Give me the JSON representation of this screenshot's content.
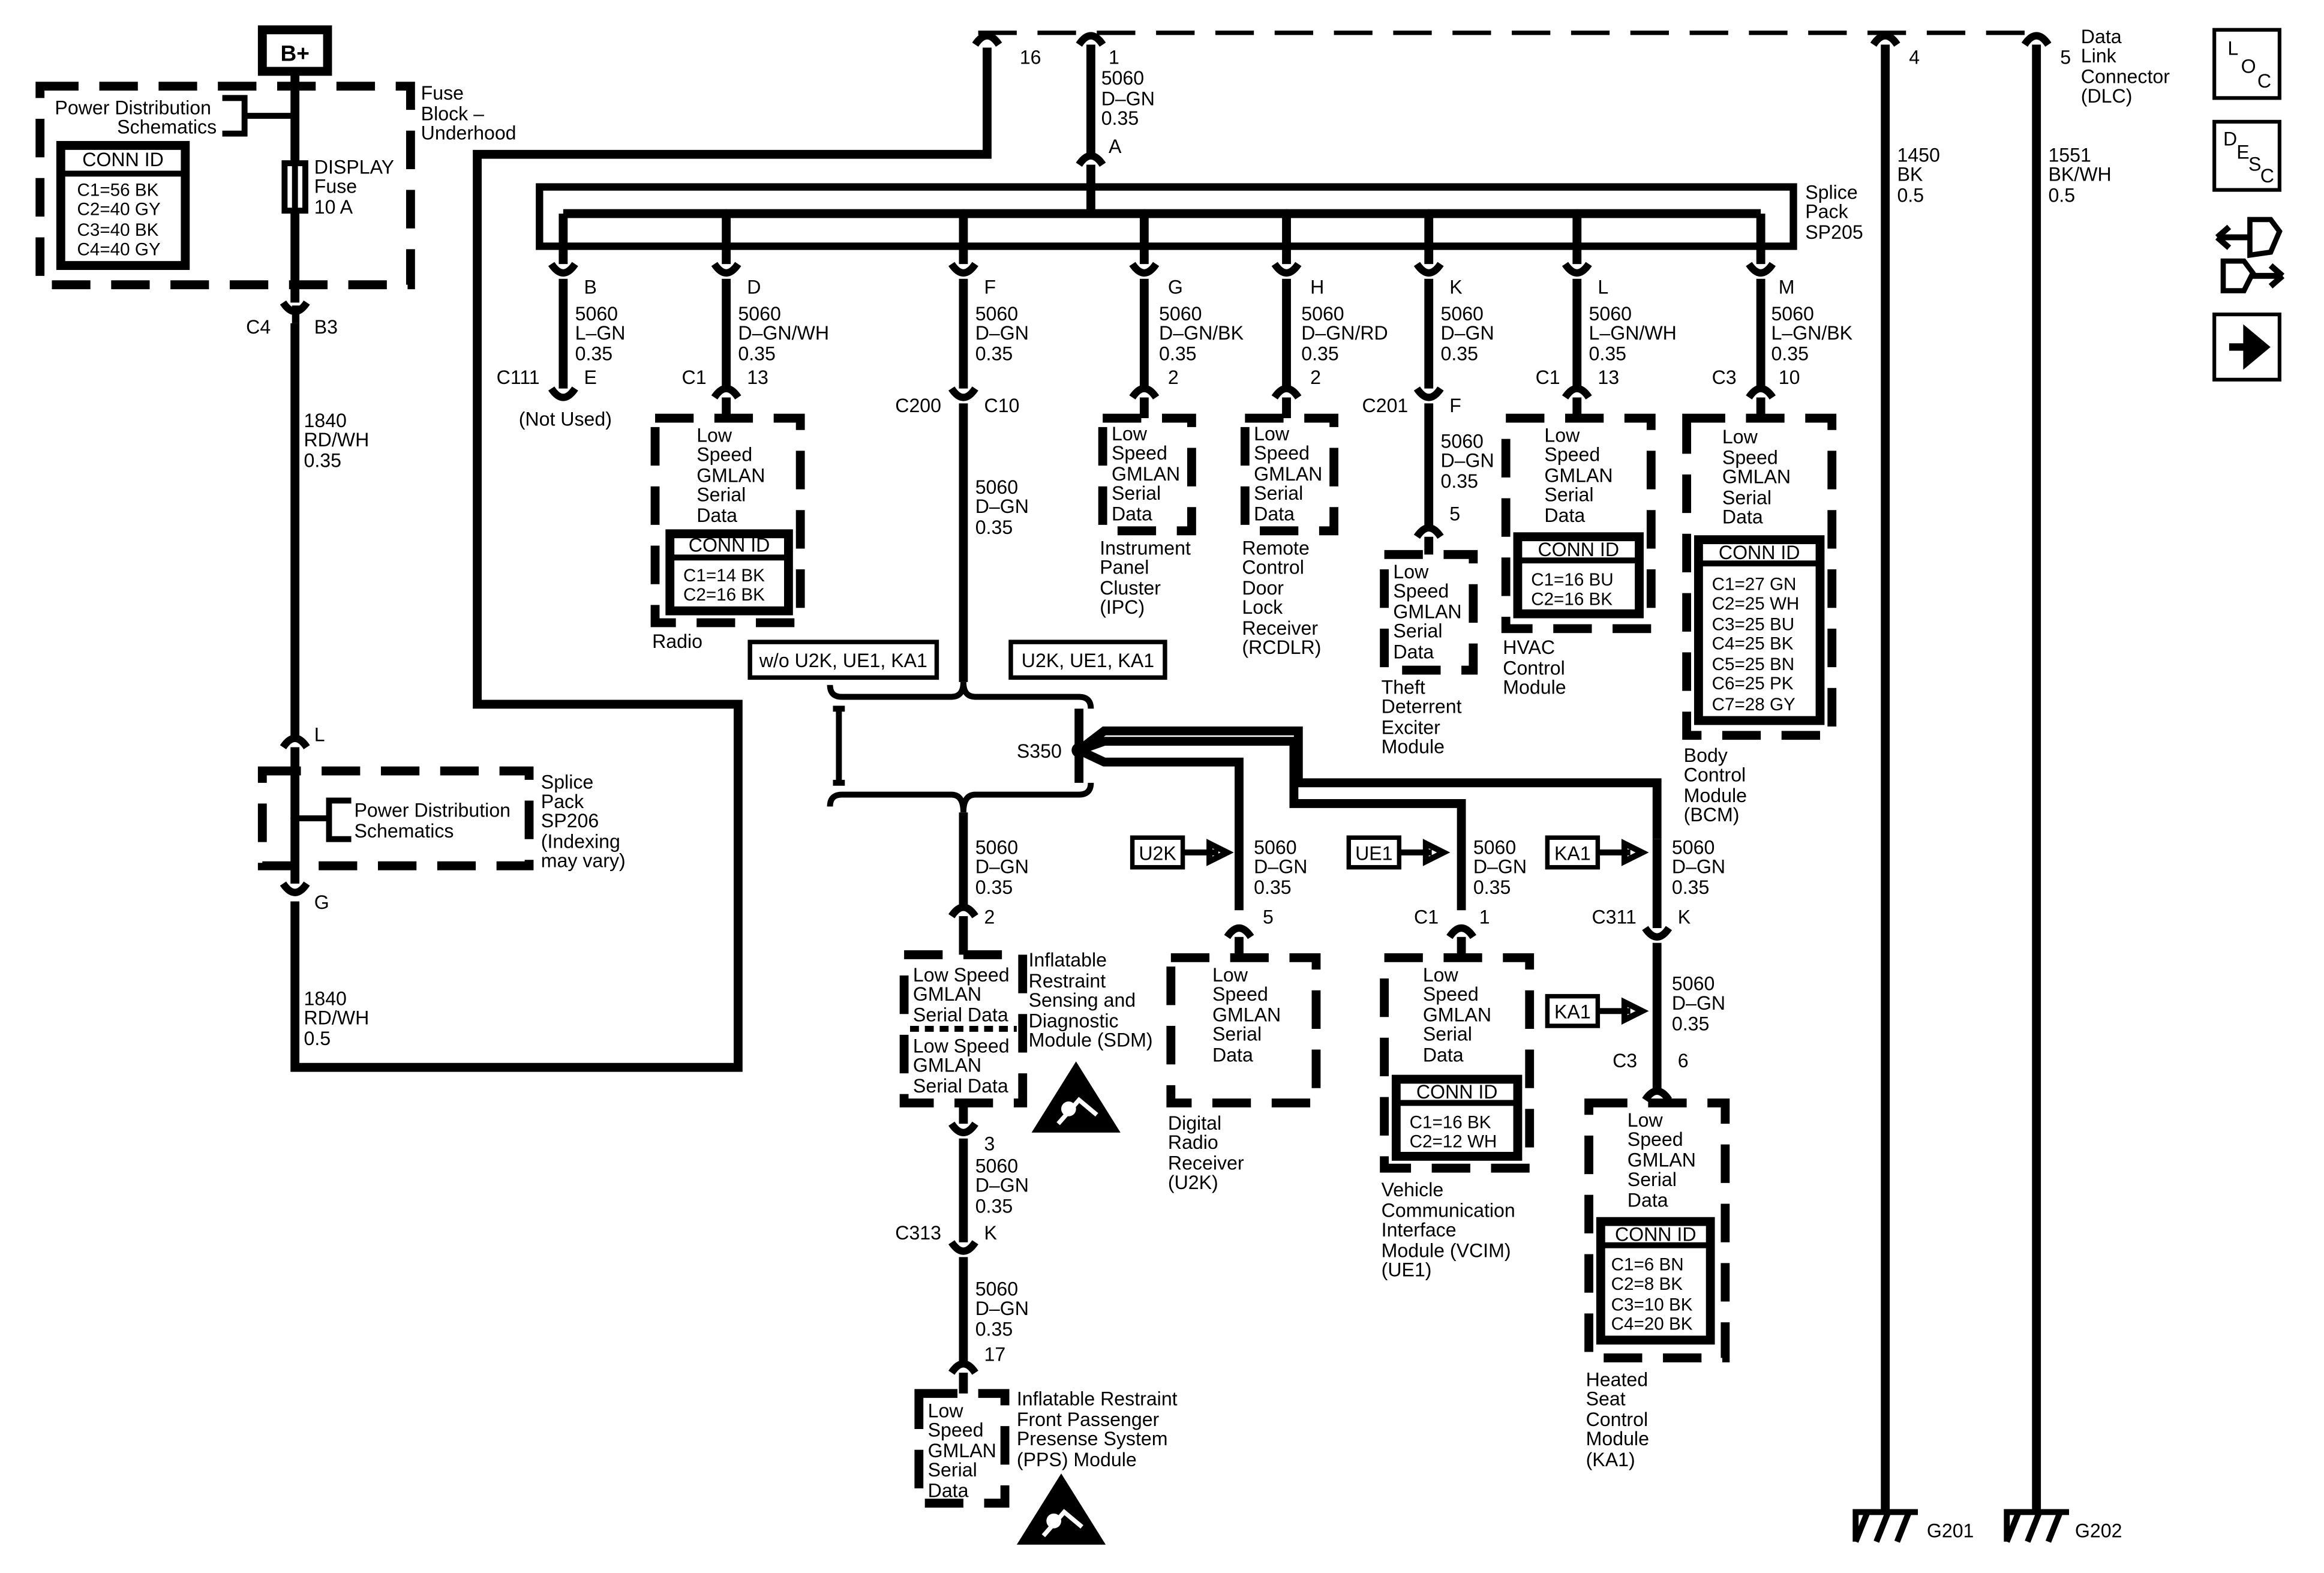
{
  "power": {
    "bplus": "B+",
    "pd_schem_1": "Power Distribution",
    "pd_schem_2": "Schematics",
    "fuse_block": [
      "Fuse",
      "Block –",
      "Underhood"
    ],
    "conn_id_title": "CONN ID",
    "conn_ids": [
      "C1=56 BK",
      "C2=40 GY",
      "C3=40 BK",
      "C4=40 GY"
    ],
    "fuse_label": [
      "DISPLAY",
      "Fuse",
      "10 A"
    ],
    "pins": {
      "c4": "C4",
      "b3": "B3",
      "l": "L",
      "g": "G"
    },
    "wire1": [
      "1840",
      "RD/WH",
      "0.35"
    ],
    "wire2": [
      "1840",
      "RD/WH",
      "0.5"
    ],
    "sp206": [
      "Splice",
      "Pack",
      "SP206",
      "(Indexing",
      "may vary)"
    ],
    "pd_schem2_1": "Power Distribution",
    "pd_schem2_2": "Schematics"
  },
  "dlc": {
    "label": [
      "Data",
      "Link",
      "Connector",
      "(DLC)"
    ],
    "pin16": "16",
    "pin1": "1",
    "pin4": "4",
    "pin5": "5",
    "wire_top": [
      "5060",
      "D–GN",
      "0.35"
    ],
    "pinA": "A",
    "wire4": [
      "1450",
      "BK",
      "0.5"
    ],
    "wire5": [
      "1551",
      "BK/WH",
      "0.5"
    ],
    "g201": "G201",
    "g202": "G202"
  },
  "sp205": {
    "label": [
      "Splice",
      "Pack",
      "SP205"
    ],
    "branches": [
      {
        "pin": "B",
        "wire": [
          "5060",
          "L–GN",
          "0.35"
        ]
      },
      {
        "pin": "D",
        "wire": [
          "5060",
          "D–GN/WH",
          "0.35"
        ]
      },
      {
        "pin": "F",
        "wire": [
          "5060",
          "D–GN",
          "0.35"
        ]
      },
      {
        "pin": "G",
        "wire": [
          "5060",
          "D–GN/BK",
          "0.35"
        ]
      },
      {
        "pin": "H",
        "wire": [
          "5060",
          "D–GN/RD",
          "0.35"
        ]
      },
      {
        "pin": "K",
        "wire": [
          "5060",
          "D–GN",
          "0.35"
        ]
      },
      {
        "pin": "L",
        "wire": [
          "5060",
          "L–GN/WH",
          "0.35"
        ]
      },
      {
        "pin": "M",
        "wire": [
          "5060",
          "L–GN/BK",
          "0.35"
        ]
      }
    ]
  },
  "modules": {
    "gmlan": [
      "Low",
      "Speed",
      "GMLAN",
      "Serial",
      "Data"
    ],
    "gmlan2": [
      "Low Speed",
      "GMLAN",
      "Serial Data"
    ],
    "c111": "C111",
    "c111_pin": "E",
    "not_used": "(Not Used)",
    "radio": {
      "conn": "C1",
      "pin": "13",
      "name": "Radio",
      "conn_ids": [
        "C1=14 BK",
        "C2=16 BK"
      ]
    },
    "c200": "C200",
    "c10": "C10",
    "wire_c200": [
      "5060",
      "D–GN",
      "0.35"
    ],
    "ipc": {
      "pin": "2",
      "name": [
        "Instrument",
        "Panel",
        "Cluster",
        "(IPC)"
      ]
    },
    "rcdlr": {
      "pin": "2",
      "name": [
        "Remote",
        "Control",
        "Door",
        "Lock",
        "Receiver",
        "(RCDLR)"
      ]
    },
    "c201": "C201",
    "c201_pin": "F",
    "wire_c201": [
      "5060",
      "D–GN",
      "0.35"
    ],
    "theft": {
      "pin": "5",
      "name": [
        "Theft",
        "Deterrent",
        "Exciter",
        "Module"
      ]
    },
    "hvac": {
      "conn": "C1",
      "pin": "13",
      "name": [
        "HVAC",
        "Control",
        "Module"
      ],
      "conn_ids": [
        "C1=16 BU",
        "C2=16 BK"
      ]
    },
    "bcm": {
      "conn": "C3",
      "pin": "10",
      "name": [
        "Body",
        "Control",
        "Module",
        "(BCM)"
      ],
      "conn_ids": [
        "C1=27 GN",
        "C2=25 WH",
        "C3=25 BU",
        "C4=25 BK",
        "C5=25 BN",
        "C6=25 PK",
        "C7=28 GY"
      ]
    },
    "opt_wo": "w/o U2K, UE1, KA1",
    "opt_w": "U2K, UE1, KA1",
    "s350": "S350",
    "sdm": {
      "wire": [
        "5060",
        "D–GN",
        "0.35"
      ],
      "pin": "2",
      "name": [
        "Inflatable",
        "Restraint",
        "Sensing and",
        "Diagnostic",
        "Module (SDM)"
      ],
      "pin_out": "3"
    },
    "c313": "C313",
    "c313_pin": "K",
    "wire_sdm_out": [
      "5060",
      "D–GN",
      "0.35"
    ],
    "wire_pps": [
      "5060",
      "D–GN",
      "0.35"
    ],
    "pps": {
      "pin": "17",
      "name": [
        "Inflatable Restraint",
        "Front Passenger",
        "Presense System",
        "(PPS) Module"
      ]
    },
    "u2k": {
      "tag": "U2K",
      "wire": [
        "5060",
        "D–GN",
        "0.35"
      ],
      "pin": "5",
      "name": [
        "Digital",
        "Radio",
        "Receiver",
        "(U2K)"
      ]
    },
    "ue1": {
      "tag": "UE1",
      "wire": [
        "5060",
        "D–GN",
        "0.35"
      ],
      "conn": "C1",
      "pin": "1",
      "name": [
        "Vehicle",
        "Communication",
        "Interface",
        "Module (VCIM)",
        "(UE1)"
      ],
      "conn_ids": [
        "C1=16 BK",
        "C2=12 WH"
      ]
    },
    "ka1": {
      "tag": "KA1",
      "wire": [
        "5060",
        "D–GN",
        "0.35"
      ],
      "c311": "C311",
      "c311_pin": "K",
      "wire2": [
        "5060",
        "D–GN",
        "0.35"
      ],
      "conn": "C3",
      "pin": "6",
      "name": [
        "Heated",
        "Seat",
        "Control",
        "Module",
        "(KA1)"
      ],
      "conn_ids": [
        "C1=6 BN",
        "C2=8 BK",
        "C3=10 BK",
        "C4=20 BK"
      ]
    }
  },
  "nav": {
    "loc": [
      "L",
      "O",
      "C"
    ],
    "desc": [
      "D",
      "E",
      "S",
      "C"
    ]
  }
}
